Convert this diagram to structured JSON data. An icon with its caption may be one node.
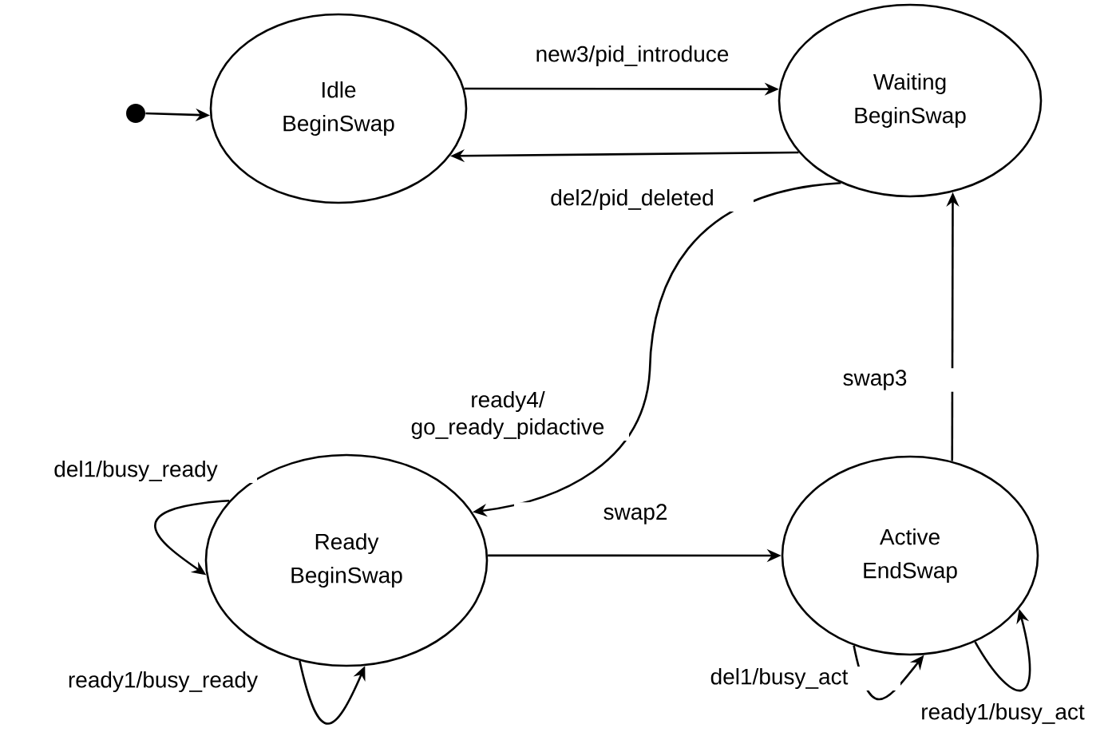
{
  "diagram": {
    "nodes": [
      {
        "text": [],
        "shape": "circle"
      },
      {
        "text": [
          "Idle",
          "BeginSwap"
        ]
      },
      {
        "text": [
          "Waiting",
          "BeginSwap"
        ]
      },
      {
        "text": [
          "Ready",
          "BeginSwap"
        ]
      },
      {
        "text": [
          "Active",
          "EndSwap"
        ]
      }
    ],
    "edges": [
      {
        "from": 0,
        "to": 1,
        "arrow": "to"
      },
      {
        "from": 1,
        "to": 2,
        "arrow": "to",
        "label": "new3/pid_introduce"
      },
      {
        "from": 2,
        "to": 1,
        "arrow": "to",
        "label": "del2/pid_deleted"
      },
      {
        "from": 2,
        "to": 3,
        "arrow": "to",
        "label": "ready4/ go_ready_pidactive"
      },
      {
        "from": 3,
        "to": 4,
        "arrow": "to",
        "label": "swap2"
      },
      {
        "from": 4,
        "to": 2,
        "arrow": "to",
        "label": "swap3"
      },
      {
        "from": 3,
        "to": 3,
        "arrow": "to",
        "label": "del1/busy_ready"
      },
      {
        "from": 3,
        "to": 3,
        "arrow": "to",
        "label": "ready1/busy_ready"
      },
      {
        "from": 4,
        "to": 4,
        "arrow": "to",
        "label": "del1/busy_act"
      },
      {
        "from": 4,
        "to": 4,
        "arrow": "to",
        "label": "ready1/busy_act"
      }
    ]
  }
}
